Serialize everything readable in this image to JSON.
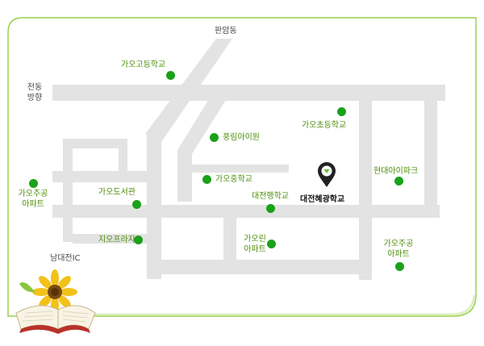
{
  "colors": {
    "road": "#e3e3e3",
    "frame_border": "#8cc63f",
    "poi_dot": "#1aa11a",
    "poi_label": "#4f8f0a",
    "area_label": "#4a4a4a",
    "marker": "#222222",
    "marker_inner": "#6bbf3a"
  },
  "area_labels": {
    "north": "판암동",
    "west_line1": "천동",
    "west_line2": "방향",
    "southwest": "남대전IC"
  },
  "destination": {
    "label": "대전혜광학교",
    "icon": "map-pin-icon"
  },
  "pois": {
    "gao_high": "가오고등학교",
    "pungrim": "풍림아이원",
    "gao_elem": "가오초등학교",
    "gao_middle": "가오중학교",
    "daejeon_haeng": "대전행학교",
    "hyundai": "현대아이파크",
    "jugong_west_1": "가오주공",
    "jugong_west_2": "아파트",
    "library": "가오도서관",
    "ji_oh": "지오프라자",
    "gaorin_1": "가오린",
    "gaorin_2": "아파트",
    "jugong_east_1": "가오주공",
    "jugong_east_2": "아파트"
  },
  "decoration": {
    "image": "sunflower-and-open-book"
  }
}
